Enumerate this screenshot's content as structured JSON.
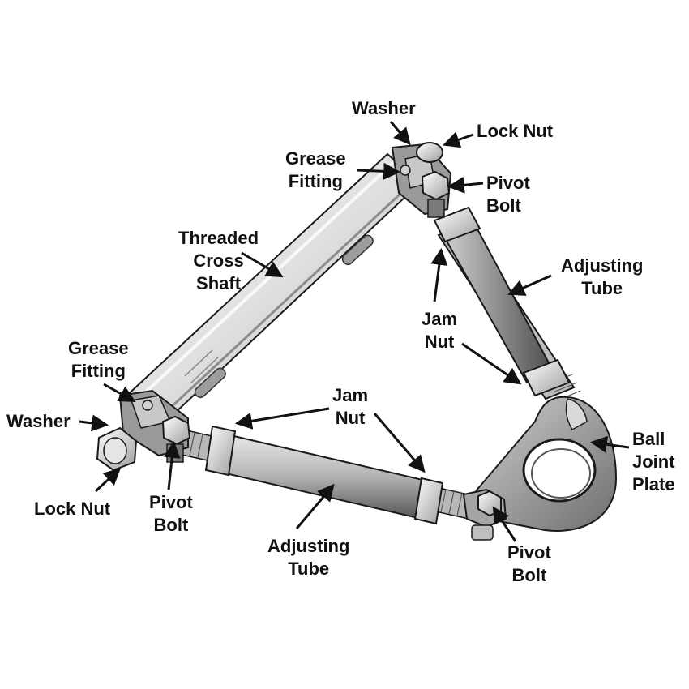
{
  "diagram": {
    "labels": {
      "washer_top": [
        "Washer"
      ],
      "lock_nut_top": [
        "Lock Nut"
      ],
      "grease_fitting_top": [
        "Grease",
        "Fitting"
      ],
      "pivot_bolt_top": [
        "Pivot",
        "Bolt"
      ],
      "threaded_cross_shaft": [
        "Threaded",
        "Cross",
        "Shaft"
      ],
      "adjusting_tube_right": [
        "Adjusting",
        "Tube"
      ],
      "jam_nut_right": [
        "Jam",
        "Nut"
      ],
      "grease_fitting_left": [
        "Grease",
        "Fitting"
      ],
      "washer_left": [
        "Washer"
      ],
      "jam_nut_bottom": [
        "Jam",
        "Nut"
      ],
      "ball_joint_plate": [
        "Ball",
        "Joint",
        "Plate"
      ],
      "lock_nut_left": [
        "Lock Nut"
      ],
      "pivot_bolt_left": [
        "Pivot",
        "Bolt"
      ],
      "adjusting_tube_bottom": [
        "Adjusting",
        "Tube"
      ],
      "pivot_bolt_right": [
        "Pivot",
        "Bolt"
      ]
    },
    "colors": {
      "steel_light": "#d9d9d9",
      "steel_mid": "#a6a6a6",
      "steel_dark": "#5a5a5a",
      "outline": "#1a1a1a",
      "text": "#111111"
    }
  }
}
